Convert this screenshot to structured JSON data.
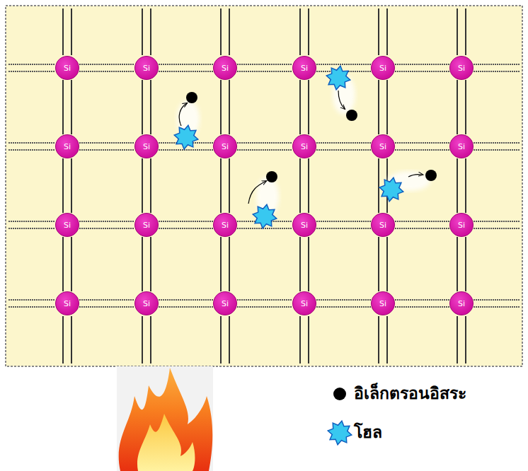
{
  "diagram": {
    "nodes": [
      {
        "text": [
          "Si"
        ]
      },
      {
        "text": [
          "Si"
        ]
      },
      {
        "text": [
          "Si"
        ]
      },
      {
        "text": [
          "Si"
        ]
      },
      {
        "text": [
          "Si"
        ]
      },
      {
        "text": [
          "Si"
        ]
      },
      {
        "text": [
          "Si"
        ]
      },
      {
        "text": [
          "Si"
        ]
      },
      {
        "text": [
          "Si"
        ]
      },
      {
        "text": [
          "Si"
        ]
      },
      {
        "text": [
          "Si"
        ]
      },
      {
        "text": [
          "Si"
        ]
      },
      {
        "text": [
          "Si"
        ]
      },
      {
        "text": [
          "Si"
        ]
      },
      {
        "text": [
          "Si"
        ]
      },
      {
        "text": [
          "Si"
        ]
      },
      {
        "text": [
          "Si"
        ]
      },
      {
        "text": [
          "Si"
        ]
      },
      {
        "text": [
          "Si"
        ]
      },
      {
        "text": [
          "Si"
        ]
      },
      {
        "text": [
          "Si"
        ]
      },
      {
        "text": [
          "Si"
        ]
      },
      {
        "text": [
          "Si"
        ]
      },
      {
        "text": [
          "Si"
        ]
      }
    ],
    "edges": [
      {
        "from": 0,
        "to": 1,
        "arrow": "none"
      },
      {
        "from": 1,
        "to": 2,
        "arrow": "none"
      },
      {
        "from": 2,
        "to": 3,
        "arrow": "none"
      },
      {
        "from": 3,
        "to": 4,
        "arrow": "none"
      },
      {
        "from": 4,
        "to": 5,
        "arrow": "none"
      },
      {
        "from": 6,
        "to": 7,
        "arrow": "none"
      },
      {
        "from": 7,
        "to": 8,
        "arrow": "none"
      },
      {
        "from": 8,
        "to": 9,
        "arrow": "none"
      },
      {
        "from": 9,
        "to": 10,
        "arrow": "none"
      },
      {
        "from": 10,
        "to": 11,
        "arrow": "none"
      },
      {
        "from": 12,
        "to": 13,
        "arrow": "none"
      },
      {
        "from": 13,
        "to": 14,
        "arrow": "none"
      },
      {
        "from": 14,
        "to": 15,
        "arrow": "none"
      },
      {
        "from": 15,
        "to": 16,
        "arrow": "none"
      },
      {
        "from": 16,
        "to": 17,
        "arrow": "none"
      },
      {
        "from": 18,
        "to": 19,
        "arrow": "none"
      },
      {
        "from": 19,
        "to": 20,
        "arrow": "none"
      },
      {
        "from": 20,
        "to": 21,
        "arrow": "none"
      },
      {
        "from": 21,
        "to": 22,
        "arrow": "none"
      },
      {
        "from": 22,
        "to": 23,
        "arrow": "none"
      },
      {
        "from": 0,
        "to": 6,
        "arrow": "none"
      },
      {
        "from": 1,
        "to": 7,
        "arrow": "none"
      },
      {
        "from": 2,
        "to": 8,
        "arrow": "none"
      },
      {
        "from": 3,
        "to": 9,
        "arrow": "none"
      },
      {
        "from": 4,
        "to": 10,
        "arrow": "none"
      },
      {
        "from": 5,
        "to": 11,
        "arrow": "none"
      },
      {
        "from": 6,
        "to": 12,
        "arrow": "none"
      },
      {
        "from": 7,
        "to": 13,
        "arrow": "none"
      },
      {
        "from": 8,
        "to": 14,
        "arrow": "none"
      },
      {
        "from": 9,
        "to": 15,
        "arrow": "none"
      },
      {
        "from": 10,
        "to": 16,
        "arrow": "none"
      },
      {
        "from": 11,
        "to": 17,
        "arrow": "none"
      },
      {
        "from": 12,
        "to": 18,
        "arrow": "none"
      },
      {
        "from": 13,
        "to": 19,
        "arrow": "none"
      },
      {
        "from": 14,
        "to": 20,
        "arrow": "none"
      },
      {
        "from": 15,
        "to": 21,
        "arrow": "none"
      },
      {
        "from": 16,
        "to": 22,
        "arrow": "none"
      },
      {
        "from": 17,
        "to": 23,
        "arrow": "none"
      }
    ],
    "legend": [
      {
        "text": "อิเล็กตรอนอิสระ",
        "color": "#000000"
      },
      {
        "text": "โฮล"
      }
    ]
  }
}
